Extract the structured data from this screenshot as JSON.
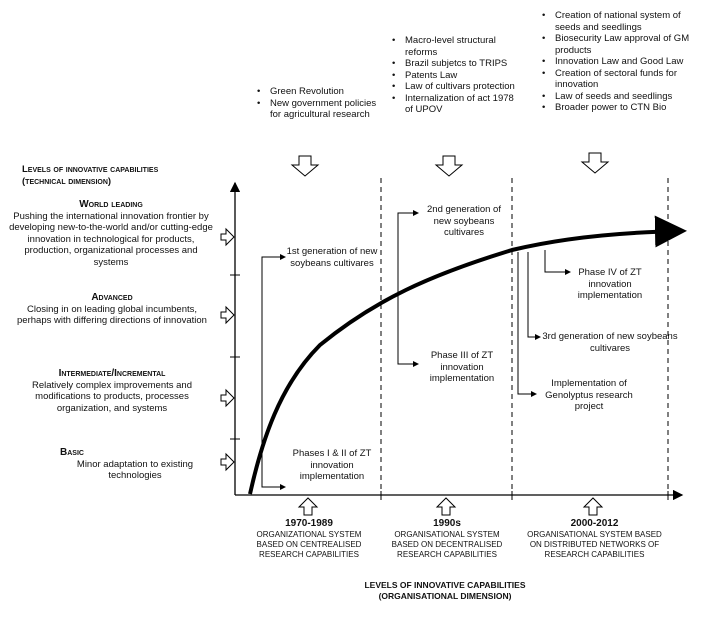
{
  "policy_columns": [
    {
      "items": [
        "Green Revolution",
        "New government policies for agricultural research"
      ]
    },
    {
      "items": [
        "Macro-level structural reforms",
        "Brazil subjetcs to TRIPS",
        "Patents Law",
        "Law of cultivars protection",
        "Internalization of act 1978 of UPOV"
      ]
    },
    {
      "items": [
        "Creation of national system of seeds and seedlings",
        "Biosecurity Law approval of GM products",
        "Innovation Law and Good Law",
        "Creation of sectoral funds for innovation",
        "Law of seeds and seedlings",
        "Broader power to CTN Bio"
      ]
    }
  ],
  "y_axis_title": {
    "line1": "Levels of innovative capabilities",
    "line2": "(technical dimension)"
  },
  "levels": [
    {
      "title": "World leading",
      "desc": "Pushing the international innovation frontier by developing new-to-the-world and/or cutting-edge innovation in technological for products, production, organizational processes and systems"
    },
    {
      "title": "Advanced",
      "desc": "Closing in on leading global incumbents, perhaps with differing directions of innovation"
    },
    {
      "title": "Intermediate/Incremental",
      "desc": "Relatively complex improvements and modifications to products, processes organization, and systems"
    },
    {
      "title": "Basic",
      "desc": "Minor adaptation to existing technologies"
    }
  ],
  "milestones": {
    "gen1": "1st generation of new soybeans cultivares",
    "zt12": "Phases I & II of ZT innovation implementation",
    "gen2": "2nd generation of new soybeans cultivares",
    "zt3": "Phase III of ZT innovation implementation",
    "zt4": "Phase IV of ZT innovation implementation",
    "gen3": "3rd generation of new soybeans cultivares",
    "genolyptus": "Implementation of Genolyptus research project"
  },
  "periods": [
    {
      "years": "1970-1989",
      "desc": "Organizational system based on centrealised research capabilities"
    },
    {
      "years": "1990s",
      "desc": "Organisational system based on decentralised research capabilities"
    },
    {
      "years": "2000-2012",
      "desc": "Organisational system based on Distributed networks of research capabilities"
    }
  ],
  "x_axis_title": {
    "line1": "Levels of innovative capabilities",
    "line2": "(organisational dimension)"
  }
}
